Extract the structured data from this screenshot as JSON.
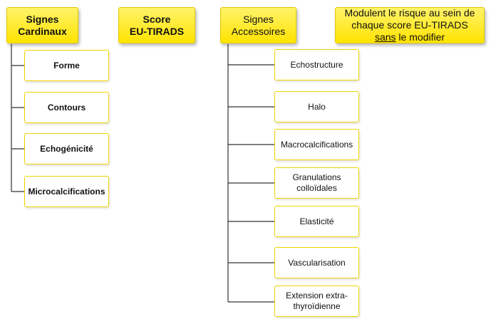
{
  "cardinaux": {
    "title": [
      "Signes",
      "Cardinaux"
    ],
    "items": [
      "Forme",
      "Contours",
      "Echogénicité",
      "Microcalcifications"
    ]
  },
  "score": {
    "title": [
      "Score",
      "EU-TIRADS"
    ]
  },
  "accessoires": {
    "title": [
      "Signes",
      "Accessoires"
    ],
    "items": [
      [
        "Echostructure"
      ],
      [
        "Halo"
      ],
      [
        "Macrocalcifications"
      ],
      [
        "Granulations",
        "colloïdales"
      ],
      [
        "Elasticité"
      ],
      [
        "Vascularisation"
      ],
      [
        "Extension extra-",
        "thyroïdienne"
      ]
    ]
  },
  "note": {
    "line1": "Modulent le risque au sein de",
    "line2": "chaque score EU-TIRADS",
    "line3_underlined": "sans",
    "line3_rest": " le modifier"
  },
  "colors": {
    "header_fill": "#ffe300",
    "box_border": "#efd400",
    "connector": "#333333"
  }
}
